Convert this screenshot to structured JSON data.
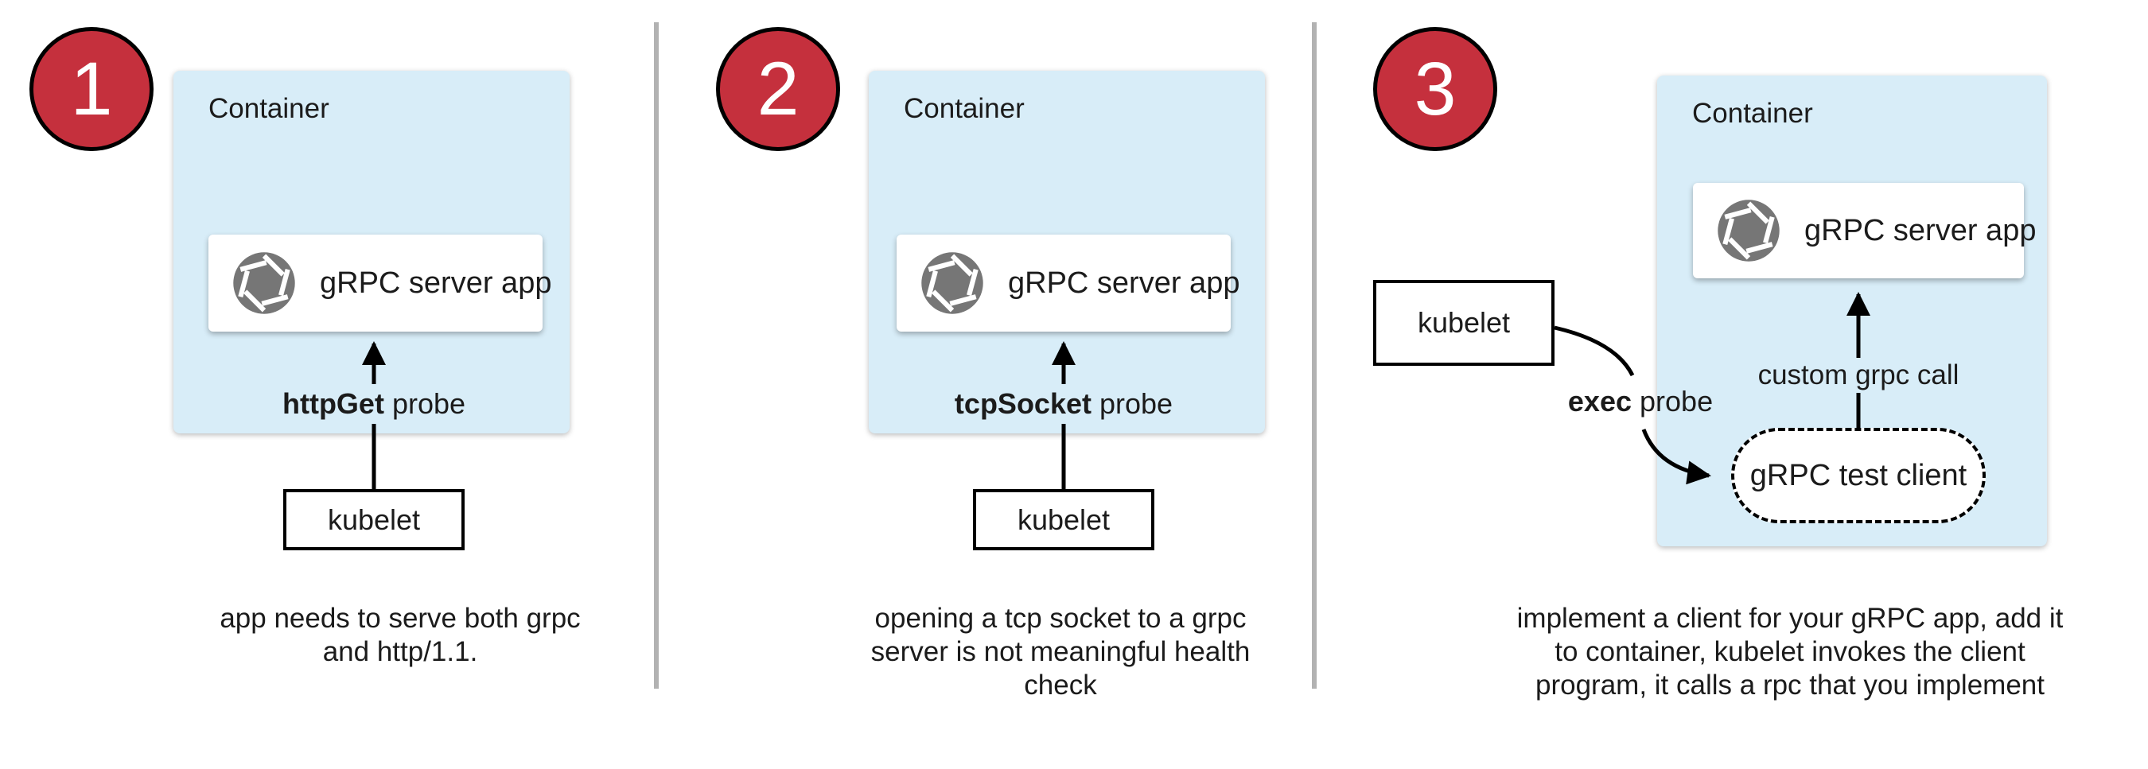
{
  "colors": {
    "container_fill": "#d8edf8",
    "badge_fill": "#c5303d",
    "badge_border": "#000000",
    "badge_text": "#ffffff",
    "icon_gray": "#767676",
    "divider_gray": "#b2b2b2",
    "line_black": "#000000",
    "card_bg": "#ffffff",
    "text": "#1b1b1b"
  },
  "icons": {
    "app_icon": "aperture-icon"
  },
  "panels": [
    {
      "badge": "1",
      "container_label": "Container",
      "app_label": "gRPC server app",
      "probe_bold": "httpGet",
      "probe_rest": " probe",
      "kubelet_label": "kubelet",
      "caption_lines": [
        "app needs to serve both grpc",
        "and http/1.1."
      ]
    },
    {
      "badge": "2",
      "container_label": "Container",
      "app_label": "gRPC server app",
      "probe_bold": "tcpSocket",
      "probe_rest": " probe",
      "kubelet_label": "kubelet",
      "caption_lines": [
        "opening a tcp socket to a grpc",
        "server is not meaningful health",
        "check"
      ]
    },
    {
      "badge": "3",
      "container_label": "Container",
      "app_label": "gRPC server app",
      "probe_bold": "exec",
      "probe_rest": " probe",
      "kubelet_label": "kubelet",
      "grpc_call_label": "custom grpc call",
      "test_client_label": "gRPC test client",
      "caption_lines": [
        "implement a client for your gRPC app, add it",
        "to container, kubelet invokes the client",
        "program, it calls a rpc that you implement"
      ]
    }
  ]
}
